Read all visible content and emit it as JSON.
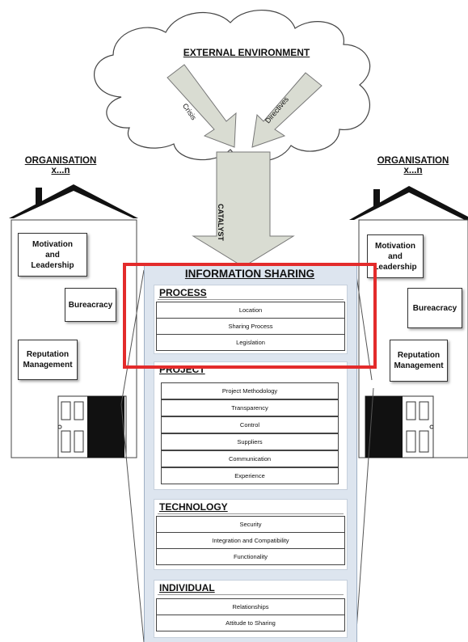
{
  "environment": {
    "title": "EXTERNAL ENVIRONMENT",
    "arrow_left_label": "Crisis",
    "arrow_right_label": "Directives",
    "catalyst_label": "CATALYST"
  },
  "org_left": {
    "title": "ORGANISATION",
    "subtitle": "x...n",
    "boxes": [
      "Motivation\nand\nLeadership",
      "Bureacracy",
      "Reputation\nManagement"
    ]
  },
  "org_right": {
    "title": "ORGANISATION",
    "subtitle": "x...n",
    "boxes": [
      "Motivation\nand\nLeadership",
      "Bureacracy",
      "Reputation\nManagement"
    ]
  },
  "info_sharing": {
    "title": "INFORMATION SHARING",
    "sections": [
      {
        "heading": "PROCESS",
        "items": [
          "Location",
          "Sharing Process",
          "Legislation"
        ]
      },
      {
        "heading": "PROJECT",
        "items": [
          "Project Methodology",
          "Transparency",
          "Control",
          "Suppliers",
          "Communication",
          "Experience"
        ]
      },
      {
        "heading": "TECHNOLOGY",
        "items": [
          "Security",
          "Integration and Compatibility",
          "Functionality"
        ]
      },
      {
        "heading": "INDIVIDUAL",
        "items": [
          "Relationships",
          "Attitude to Sharing"
        ]
      }
    ]
  },
  "colors": {
    "highlight": "#e32b2b",
    "panel": "#dde5ef",
    "arrow": "#d9dcd2"
  }
}
